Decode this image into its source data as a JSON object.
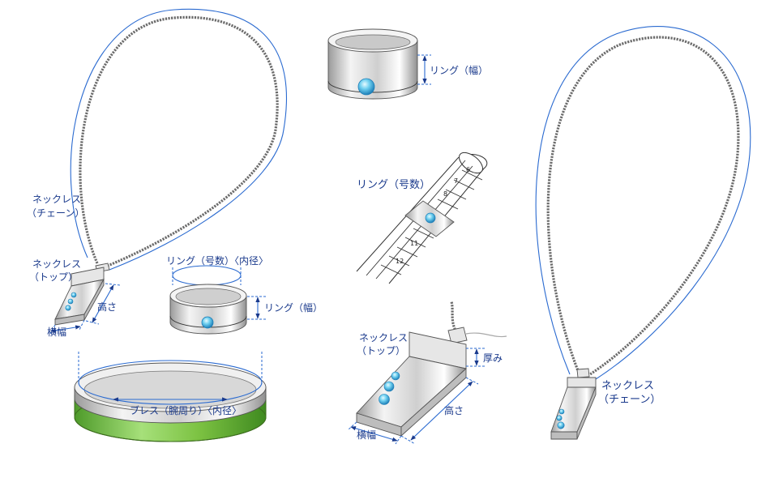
{
  "labels": {
    "necklace_chain_left": [
      "ネックレス",
      "（チェーン）"
    ],
    "necklace_top_left": [
      "ネックレス",
      "（トップ）"
    ],
    "height_left": "高さ",
    "width_left": "横幅",
    "ring_size_diameter": "リング（号数）〈内径〉",
    "ring_width_small": "リング（幅）",
    "bracelet": "ブレス（腕周り）〈内径〉",
    "ring_width_top": "リング（幅）",
    "ring_size": "リング（号数）",
    "necklace_top_center": [
      "ネックレス",
      "（トップ）"
    ],
    "thickness": "厚み",
    "height_center": "高さ",
    "width_center": "横幅",
    "necklace_chain_right": [
      "ネックレス",
      "（チェーン）"
    ]
  },
  "ring_sizer_ticks": [
    "6",
    "7",
    "8",
    "11",
    "12"
  ],
  "colors": {
    "label": "#1a3a8c",
    "measure_line": "#2a6ad0",
    "gem": "#4fb8e0",
    "bracelet_green": "#7cc242",
    "metal": "#e6e6e6"
  }
}
